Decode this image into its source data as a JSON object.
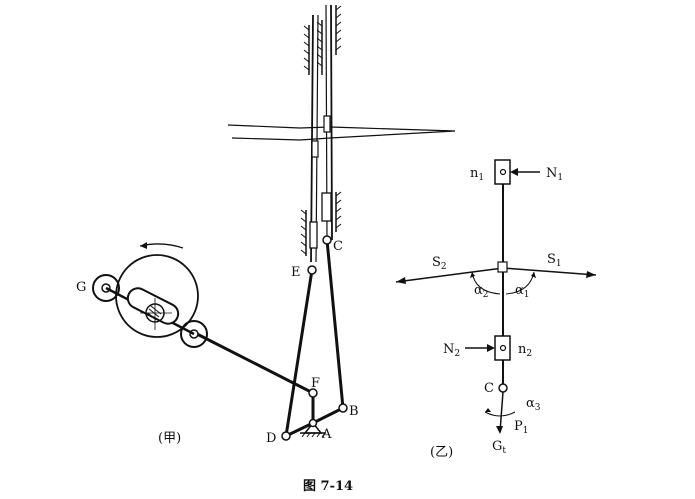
{
  "figure": {
    "caption": "图 7-14",
    "left_panel": {
      "name": "(甲)",
      "points": {
        "G": "G",
        "E": "E",
        "C": "C",
        "F": "F",
        "B": "B",
        "D": "D",
        "A": "A"
      }
    },
    "right_panel": {
      "name": "(乙)",
      "labels": {
        "n1": "n",
        "n1_sub": "1",
        "N1": "N",
        "N1_sub": "1",
        "S2": "S",
        "S2_sub": "2",
        "S1": "S",
        "S1_sub": "1",
        "a2": "α",
        "a2_sub": "2",
        "a1": "α",
        "a1_sub": "1",
        "N2": "N",
        "N2_sub": "2",
        "n2": "n",
        "n2_sub": "2",
        "C": "C",
        "a3": "α",
        "a3_sub": "3",
        "P1": "P",
        "P1_sub": "1",
        "Gt": "G",
        "Gt_sub": "t"
      }
    }
  },
  "colors": {
    "ink": "#111111",
    "paper": "#ffffff"
  }
}
